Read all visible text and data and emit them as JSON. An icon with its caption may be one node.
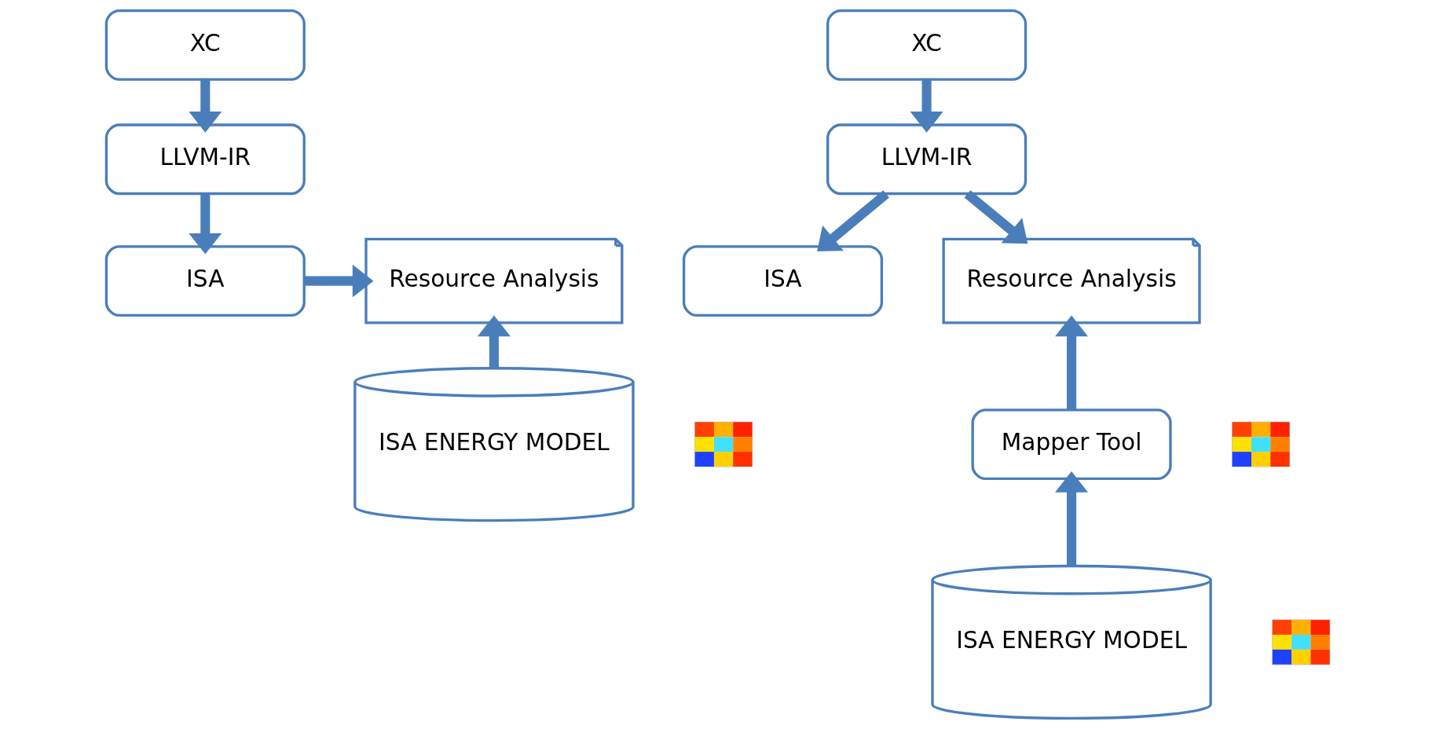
{
  "diagram": {
    "nodes": [
      {
        "text": [
          "XC"
        ]
      },
      {
        "text": [
          "LLVM-IR"
        ]
      },
      {
        "text": [
          "ISA"
        ]
      },
      {
        "text": [
          "Resource Analysis"
        ]
      },
      {
        "text": [
          "ISA ENERGY MODEL"
        ]
      },
      {
        "text": [],
        "shape": "picture"
      },
      {
        "text": [
          "XC"
        ]
      },
      {
        "text": [
          "LLVM-IR"
        ]
      },
      {
        "text": [
          "ISA"
        ]
      },
      {
        "text": [
          "Resource Analysis"
        ]
      },
      {
        "text": [
          "Mapper Tool"
        ]
      },
      {
        "text": [],
        "shape": "picture"
      },
      {
        "text": [
          "ISA ENERGY MODEL"
        ]
      },
      {
        "text": [],
        "shape": "picture"
      }
    ],
    "edges": [
      {
        "from": 0,
        "to": 1,
        "arrow": "to"
      },
      {
        "from": 1,
        "to": 2,
        "arrow": "to"
      },
      {
        "from": 2,
        "to": 3,
        "arrow": "to"
      },
      {
        "from": 4,
        "to": 3,
        "arrow": "to"
      },
      {
        "from": 6,
        "to": 7,
        "arrow": "to"
      },
      {
        "from": 7,
        "to": 8,
        "arrow": "to"
      },
      {
        "from": 7,
        "to": 9,
        "arrow": "to"
      },
      {
        "from": 10,
        "to": 9,
        "arrow": "to"
      },
      {
        "from": 12,
        "to": 10,
        "arrow": "to"
      }
    ]
  }
}
